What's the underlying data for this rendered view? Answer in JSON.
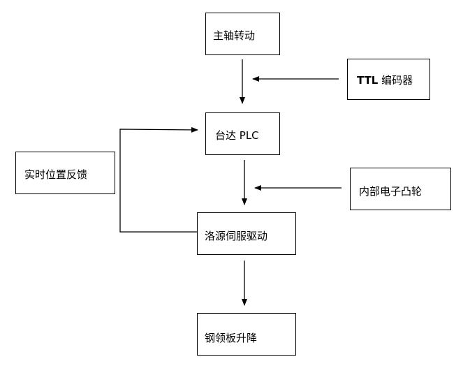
{
  "diagram": {
    "nodes": {
      "spindle": {
        "prefix": "",
        "text": "主轴转动"
      },
      "encoder": {
        "prefix": "TTL",
        "text": " 编码器"
      },
      "plc": {
        "prefix": "",
        "text": "台达 PLC"
      },
      "feedback": {
        "prefix": "",
        "text": "实时位置反馈"
      },
      "cam": {
        "prefix": "",
        "text": "内部电子凸轮"
      },
      "servo": {
        "prefix": "",
        "text": "洛源伺服驱动"
      },
      "plate": {
        "prefix": "",
        "text": "钢领板升降"
      }
    },
    "edges": [
      {
        "from": "spindle",
        "to": "plc"
      },
      {
        "from": "encoder",
        "to": "plc"
      },
      {
        "from": "plc",
        "to": "servo"
      },
      {
        "from": "cam",
        "to": "servo"
      },
      {
        "from": "servo",
        "to": "plc",
        "via": "feedback"
      },
      {
        "from": "servo",
        "to": "plate"
      }
    ],
    "colors": {
      "line": "#000000",
      "box_border": "#000000",
      "background": "#ffffff"
    }
  }
}
